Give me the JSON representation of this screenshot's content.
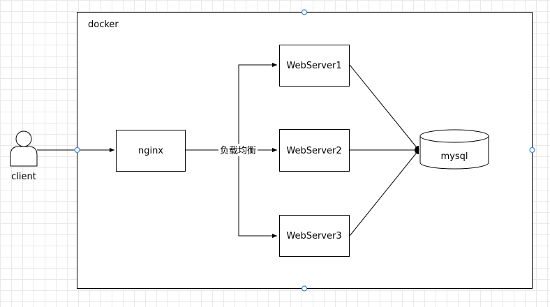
{
  "container": {
    "label": "docker"
  },
  "actor": {
    "label": "client"
  },
  "nodes": {
    "nginx": "nginx",
    "web1": "WebServer1",
    "web2": "WebServer2",
    "web3": "WebServer3",
    "db": "mysql"
  },
  "edge_label": "负载均衡",
  "colors": {
    "selection_handle": "#3b8ad9",
    "grid": "#e9e9e9",
    "stroke": "#000000"
  }
}
